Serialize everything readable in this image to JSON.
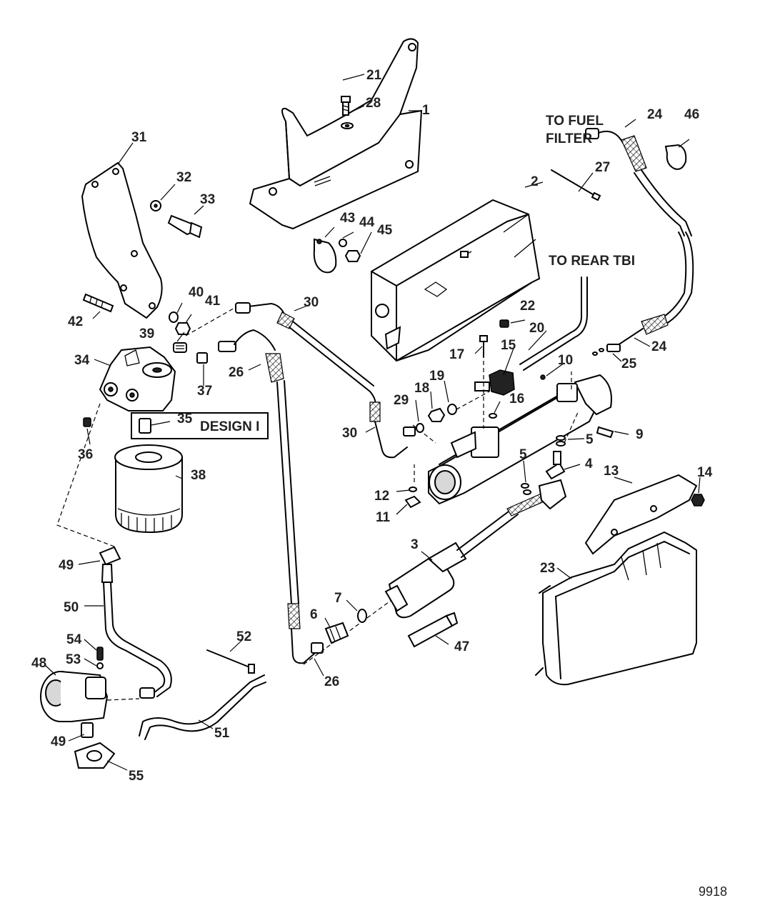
{
  "callouts": {
    "c1": "1",
    "c2": "2",
    "c3": "3",
    "c4": "4",
    "c5a": "5",
    "c5b": "5",
    "c6": "6",
    "c7": "7",
    "c9": "9",
    "c10": "10",
    "c11": "11",
    "c12": "12",
    "c13": "13",
    "c14": "14",
    "c15": "15",
    "c16": "16",
    "c17": "17",
    "c18": "18",
    "c19": "19",
    "c20": "20",
    "c21": "21",
    "c22": "22",
    "c23": "23",
    "c24a": "24",
    "c24b": "24",
    "c25": "25",
    "c26a": "26",
    "c26b": "26",
    "c27": "27",
    "c28": "28",
    "c29": "29",
    "c30a": "30",
    "c30b": "30",
    "c31": "31",
    "c32": "32",
    "c33": "33",
    "c34": "34",
    "c35": "35",
    "c36": "36",
    "c37": "37",
    "c38": "38",
    "c39": "39",
    "c40": "40",
    "c41": "41",
    "c42": "42",
    "c43": "43",
    "c44": "44",
    "c45": "45",
    "c46": "46",
    "c47": "47",
    "c48": "48",
    "c49a": "49",
    "c49b": "49",
    "c50": "50",
    "c51": "51",
    "c52": "52",
    "c53": "53",
    "c54": "54",
    "c55": "55"
  },
  "notes": {
    "to_fuel_filter_line1": "TO FUEL",
    "to_fuel_filter_line2": "FILTER",
    "to_rear_tbi": "TO REAR TBI",
    "design": "DESIGN I"
  },
  "figure_ref": "9918"
}
